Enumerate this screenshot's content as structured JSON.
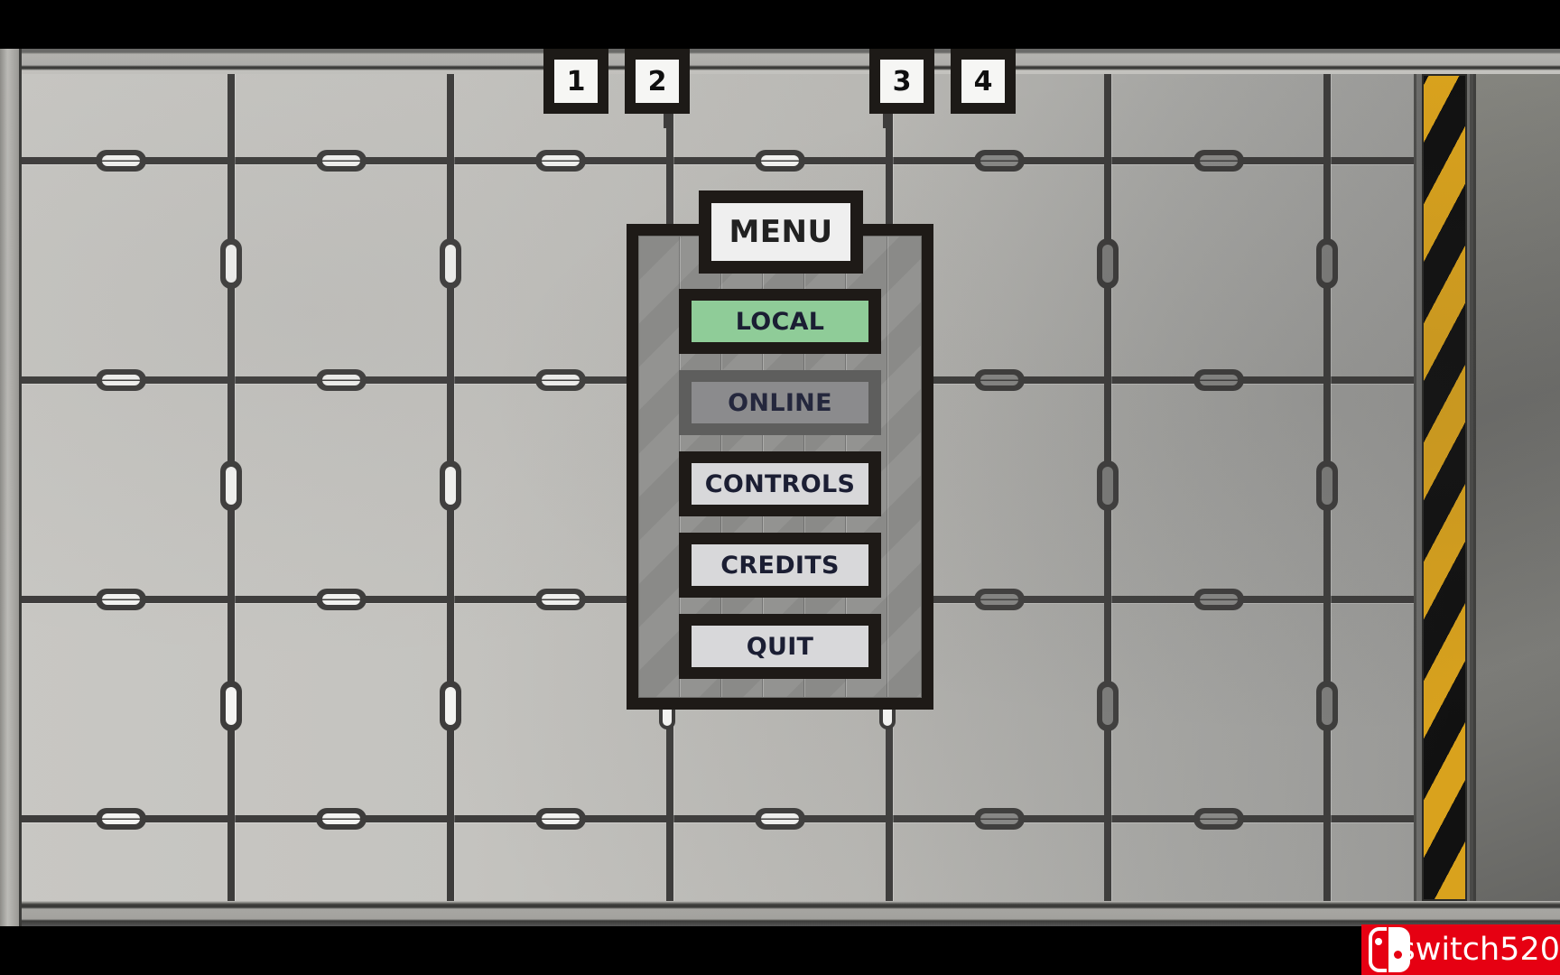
{
  "menu": {
    "title": "MENU",
    "items": [
      {
        "label": "LOCAL",
        "state": "selected"
      },
      {
        "label": "ONLINE",
        "state": "disabled"
      },
      {
        "label": "CONTROLS",
        "state": "normal"
      },
      {
        "label": "CREDITS",
        "state": "normal"
      },
      {
        "label": "QUIT",
        "state": "normal"
      }
    ]
  },
  "player_slots": [
    {
      "label": "1"
    },
    {
      "label": "2"
    },
    {
      "label": "3"
    },
    {
      "label": "4"
    }
  ],
  "colors": {
    "selected_button": "#8fcc98",
    "button_text": "#1b1e33",
    "hazard_yellow": "#d9a21d",
    "frame_dark": "#1e1a17",
    "watermark_red": "#e60012"
  },
  "watermark": {
    "text": "switch520",
    "icon": "nintendo-switch-logo-icon"
  }
}
